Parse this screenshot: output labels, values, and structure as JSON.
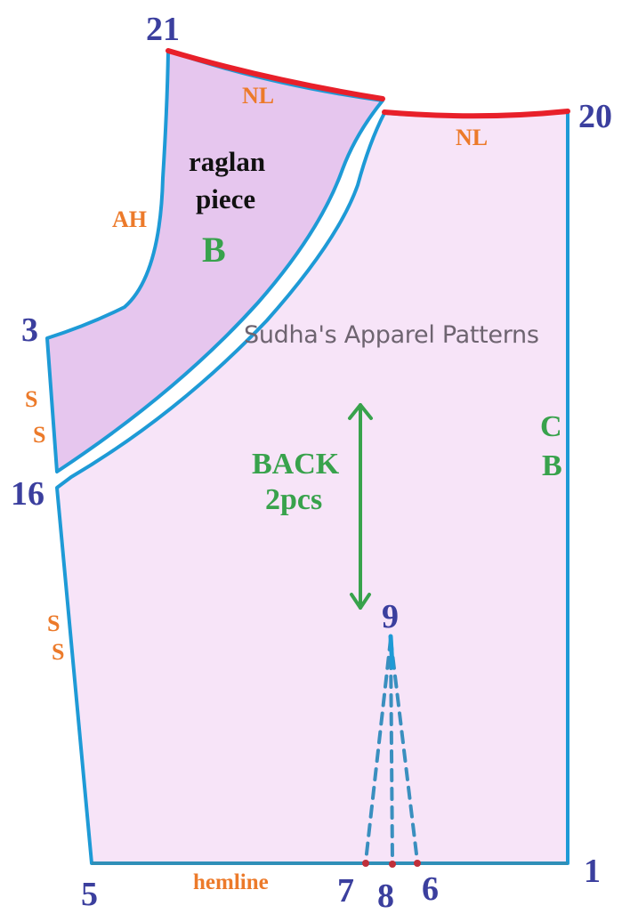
{
  "diagram": {
    "title": "BACK",
    "pieces_label": "2pcs",
    "watermark": "Sudha's Apparel Patterns",
    "raglan": {
      "line1": "raglan",
      "line2": "piece",
      "letter": "B"
    },
    "center_back": {
      "line1": "C",
      "line2": "B"
    },
    "lines": {
      "neckline_left": "NL",
      "neckline_right": "NL",
      "armhole": "AH",
      "side_seam_upper_1": "S",
      "side_seam_upper_2": "S",
      "side_seam_lower_1": "S",
      "side_seam_lower_2": "S",
      "hemline": "hemline"
    },
    "points": {
      "p21": "21",
      "p20": "20",
      "p3": "3",
      "p16": "16",
      "p9": "9",
      "p5": "5",
      "p7": "7",
      "p8": "8",
      "p6": "6",
      "p1": "1"
    },
    "colors": {
      "outline": "#1e9ad6",
      "neckline": "#e8202a",
      "raglan_fill": "#e6c6ee",
      "body_fill": "#f7e4f8",
      "point_labels": "#3b3f9e",
      "line_labels": "#ec7a2a",
      "grainline": "#38a24c",
      "dart": "#3a8fbf",
      "dart_points": "#c0303a"
    }
  }
}
